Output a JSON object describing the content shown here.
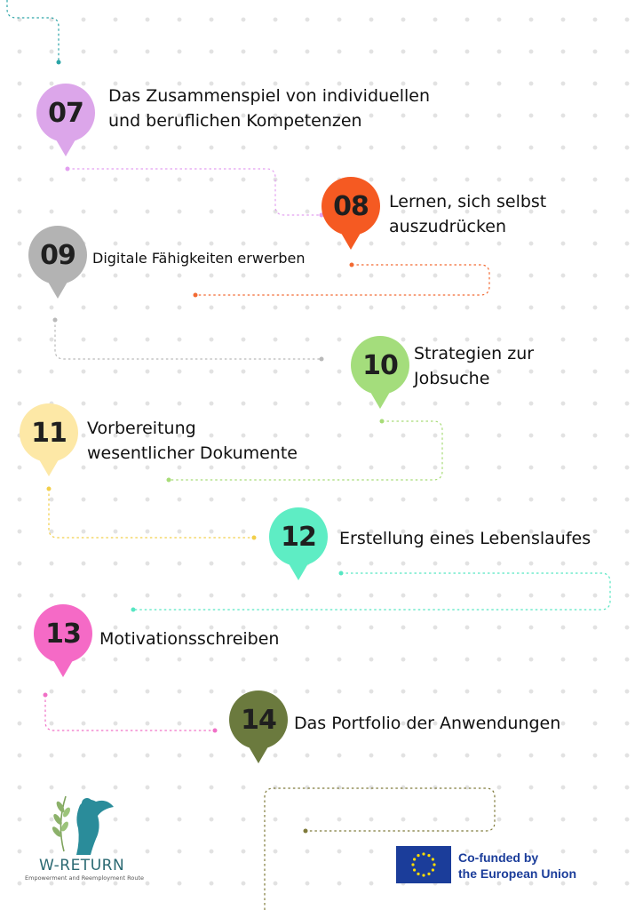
{
  "steps": [
    {
      "num": "07",
      "label_lines": [
        "Das Zusammenspiel von individuellen",
        "und beruflichen Kompetenzen"
      ],
      "color": "#dca6ea"
    },
    {
      "num": "08",
      "label_lines": [
        "Lernen, sich selbst",
        "auszudrücken"
      ],
      "color": "#f55a22"
    },
    {
      "num": "09",
      "label_lines": [
        "Digitale Fähigkeiten erwerben"
      ],
      "color": "#b3b3b3"
    },
    {
      "num": "10",
      "label_lines": [
        "Strategien zur",
        "Jobsuche"
      ],
      "color": "#a4dd7c"
    },
    {
      "num": "11",
      "label_lines": [
        "Vorbereitung",
        "wesentlicher Dokumente"
      ],
      "color": "#fde8a6"
    },
    {
      "num": "12",
      "label_lines": [
        "Erstellung eines Lebenslaufes"
      ],
      "color": "#5eedc4"
    },
    {
      "num": "13",
      "label_lines": [
        "Motivationsschreiben"
      ],
      "color": "#f56ac6"
    },
    {
      "num": "14",
      "label_lines": [
        "Das Portfolio der Anwendungen"
      ],
      "color": "#6b7a3e"
    }
  ],
  "logo": {
    "name": "W-RETURN",
    "subtitle": "Empowerment and Reemployment Route"
  },
  "funding": {
    "line1": "Co-funded by",
    "line2": "the European Union"
  },
  "connector_colors": {
    "top": "#2aa4a6",
    "c07": "#e39ff0",
    "c08": "#f26a33",
    "c09": "#b9b9b9",
    "c10": "#a8dc78",
    "c11": "#f2cf4a",
    "c12": "#56e6c2",
    "c13": "#f070c6",
    "c14": "#7f7a3a"
  }
}
